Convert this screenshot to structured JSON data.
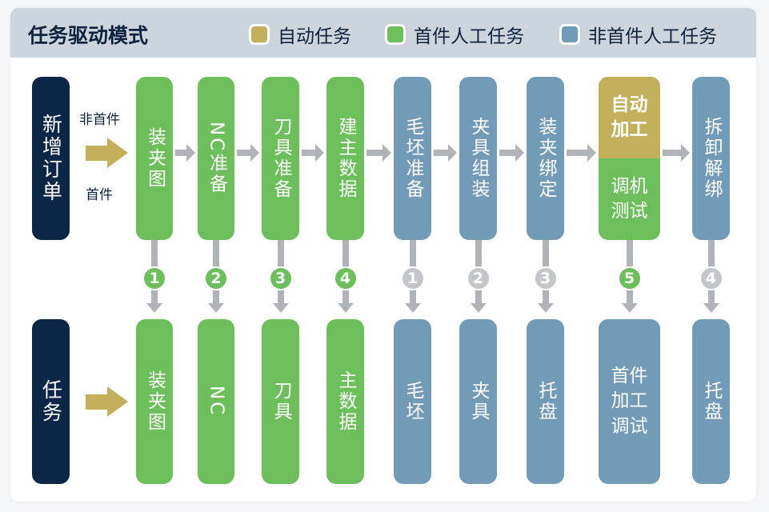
{
  "title": "任务驱动模式",
  "legend": [
    {
      "label": "自动任务",
      "color": "#c2b05a"
    },
    {
      "label": "首件人工任务",
      "color": "#6cbf5a"
    },
    {
      "label": "非首件人工任务",
      "color": "#729bb7"
    }
  ],
  "start_top": "新增订单",
  "start_bottom": "任务",
  "branch_labels": {
    "non_first": "非首件",
    "first": "首件"
  },
  "top_steps": [
    {
      "label": "装夹图",
      "type": "first",
      "num": "1"
    },
    {
      "label": "NC准备",
      "type": "first",
      "num": "2"
    },
    {
      "label": "刀具准备",
      "type": "first",
      "num": "3"
    },
    {
      "label": "建主数据",
      "type": "first",
      "num": "4"
    },
    {
      "label": "毛坯准备",
      "type": "non_first",
      "num": "1"
    },
    {
      "label": "夹具组装",
      "type": "non_first",
      "num": "2"
    },
    {
      "label": "装夹绑定",
      "type": "non_first",
      "num": "3"
    },
    {
      "label": "自动加工",
      "label2": "调机测试",
      "type": "auto",
      "num": "5"
    },
    {
      "label": "拆卸解绑",
      "type": "non_first",
      "num": "4"
    }
  ],
  "bottom_tasks": [
    "装夹图",
    "NC",
    "刀具",
    "主数据",
    "毛坯",
    "夹具",
    "托盘",
    "首件加工调试",
    "托盘"
  ]
}
